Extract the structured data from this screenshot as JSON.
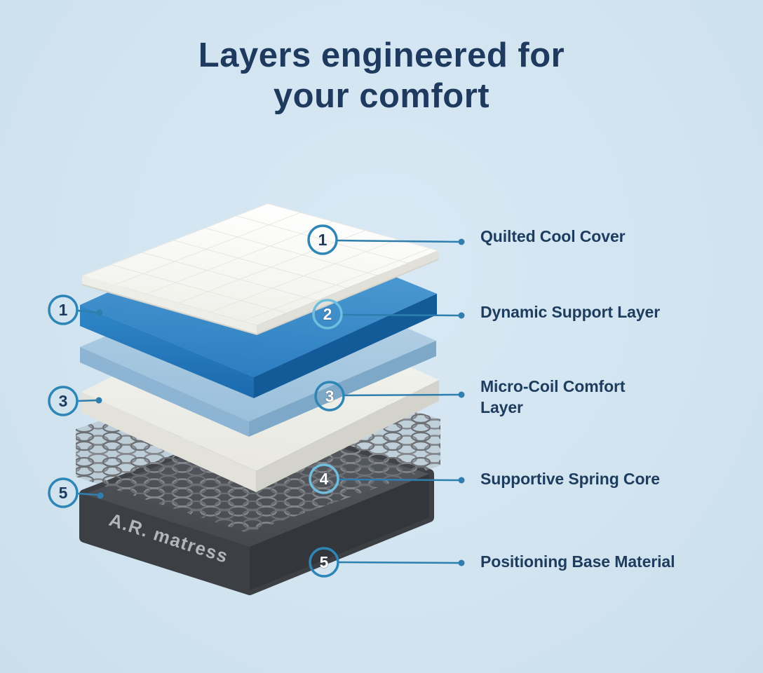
{
  "title": "Layers engineered for\nyour comfort",
  "brand": {
    "label": "A.R. matress"
  },
  "layers": [
    {
      "num": "1",
      "label": "Quilted Cool Cover"
    },
    {
      "num": "2",
      "label": "Dynamic Support Layer"
    },
    {
      "num": "3",
      "label": "Micro-Coil Comfort Layer"
    },
    {
      "num": "4",
      "label": "Supportive Spring Core"
    },
    {
      "num": "5",
      "label": "Positioning Base Material"
    }
  ],
  "left_markers": [
    {
      "num": "1"
    },
    {
      "num": "3"
    },
    {
      "num": "5"
    }
  ],
  "colors": {
    "background": "#d2e4f0",
    "title_navy": "#1e3a5f",
    "label_navy": "#1d3c5e",
    "accent": "#2e7fae",
    "marker_ring": "#2e86b6",
    "marker_ring_light": "#6fbede",
    "layer_blue_top": "#3a8cc8",
    "layer_blue_front": "#1a69ae",
    "layer_lightblue_top": "#a9cbe3",
    "layer_foam_top": "#f4f4f0",
    "spring_grey": "#85888c",
    "base_grey": "#44474c",
    "brand_text": "#b2b5b9"
  }
}
